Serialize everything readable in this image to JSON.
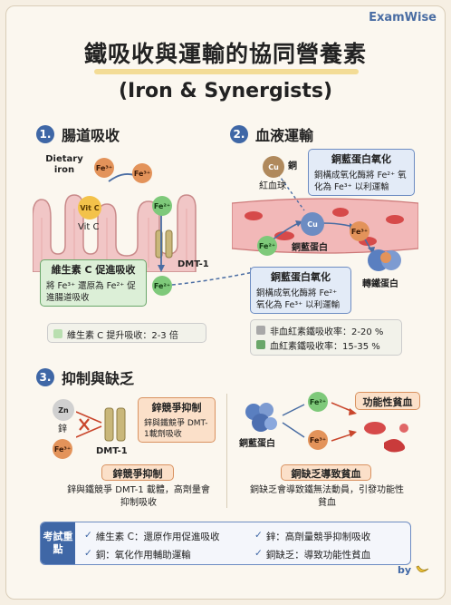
{
  "brand": "ExamWise",
  "title": "鐵吸收與運輸的協同營養素",
  "subtitle": "(Iron & Synergists)",
  "section1": {
    "number": "1.",
    "heading": "腸道吸收",
    "dietary_label": "Dietary iron",
    "fe3": "Fe³⁺",
    "fe2": "Fe²⁺",
    "vitc_ion": "Vit C",
    "vitc_label": "Vit C",
    "transporter_label": "DMT-1",
    "box_title": "維生素 C 促進吸收",
    "box_body": "將 Fe³⁺ 還原為 Fe²⁺ 促進腸道吸收",
    "legend": "維生素 C 提升吸收：2-3 倍"
  },
  "section2": {
    "number": "2.",
    "heading": "血液運輸",
    "cu_ion": "Cu",
    "cu_label": "銅",
    "rbc_label": "紅血球",
    "box1_title": "銅藍蛋白氧化",
    "box1_body": "銅構成氧化酶將 Fe²⁺ 氧化為 Fe³⁺ 以利運輸",
    "ceruloplasmin_label": "銅藍蛋白",
    "transferrin_label": "轉鐵蛋白",
    "box2_title": "銅藍蛋白氧化",
    "box2_body": "銅構成氧化酶將 Fe²⁺ 氧化為 Fe³⁺ 以利運輸",
    "legend_nonheme": "非血紅素鐵吸收率：2-20 %",
    "legend_heme": "血紅素鐵吸收率：15-35 %"
  },
  "section3": {
    "number": "3.",
    "heading": "抑制與缺乏",
    "zn_ion": "Zn",
    "zn_label": "鋅",
    "fe3": "Fe³⁺",
    "fe2": "Fe²⁺",
    "transporter_label": "DMT-1",
    "zinc_box_title": "鋅競爭抑制",
    "zinc_box_body": "鋅與鐵競爭 DMT-1載劑吸收",
    "zinc_caption_title": "鋅競爭抑制",
    "zinc_caption_body": "鋅與鐵競爭 DMT-1 載體，高劑量會抑制吸收",
    "anemia_label": "功能性貧血",
    "ceruloplasmin_label": "銅藍蛋白",
    "copper_caption_title": "銅缺乏導致貧血",
    "copper_caption_body": "銅缺乏會導致鐵無法動員，引發功能性貧血"
  },
  "summary": {
    "tag": "考試重點",
    "items": [
      "維生素 C：還原作用促進吸收",
      "鋅：高劑量競爭抑制吸收",
      "銅：氧化作用輔助運輸",
      "銅缺乏：導致功能性貧血"
    ]
  },
  "footer": "by",
  "colors": {
    "accent": "#3f67a6",
    "fe3": "#e3935a",
    "fe2": "#7ec97a",
    "vitc": "#f3c24a",
    "copper": "#6d8cc2"
  }
}
